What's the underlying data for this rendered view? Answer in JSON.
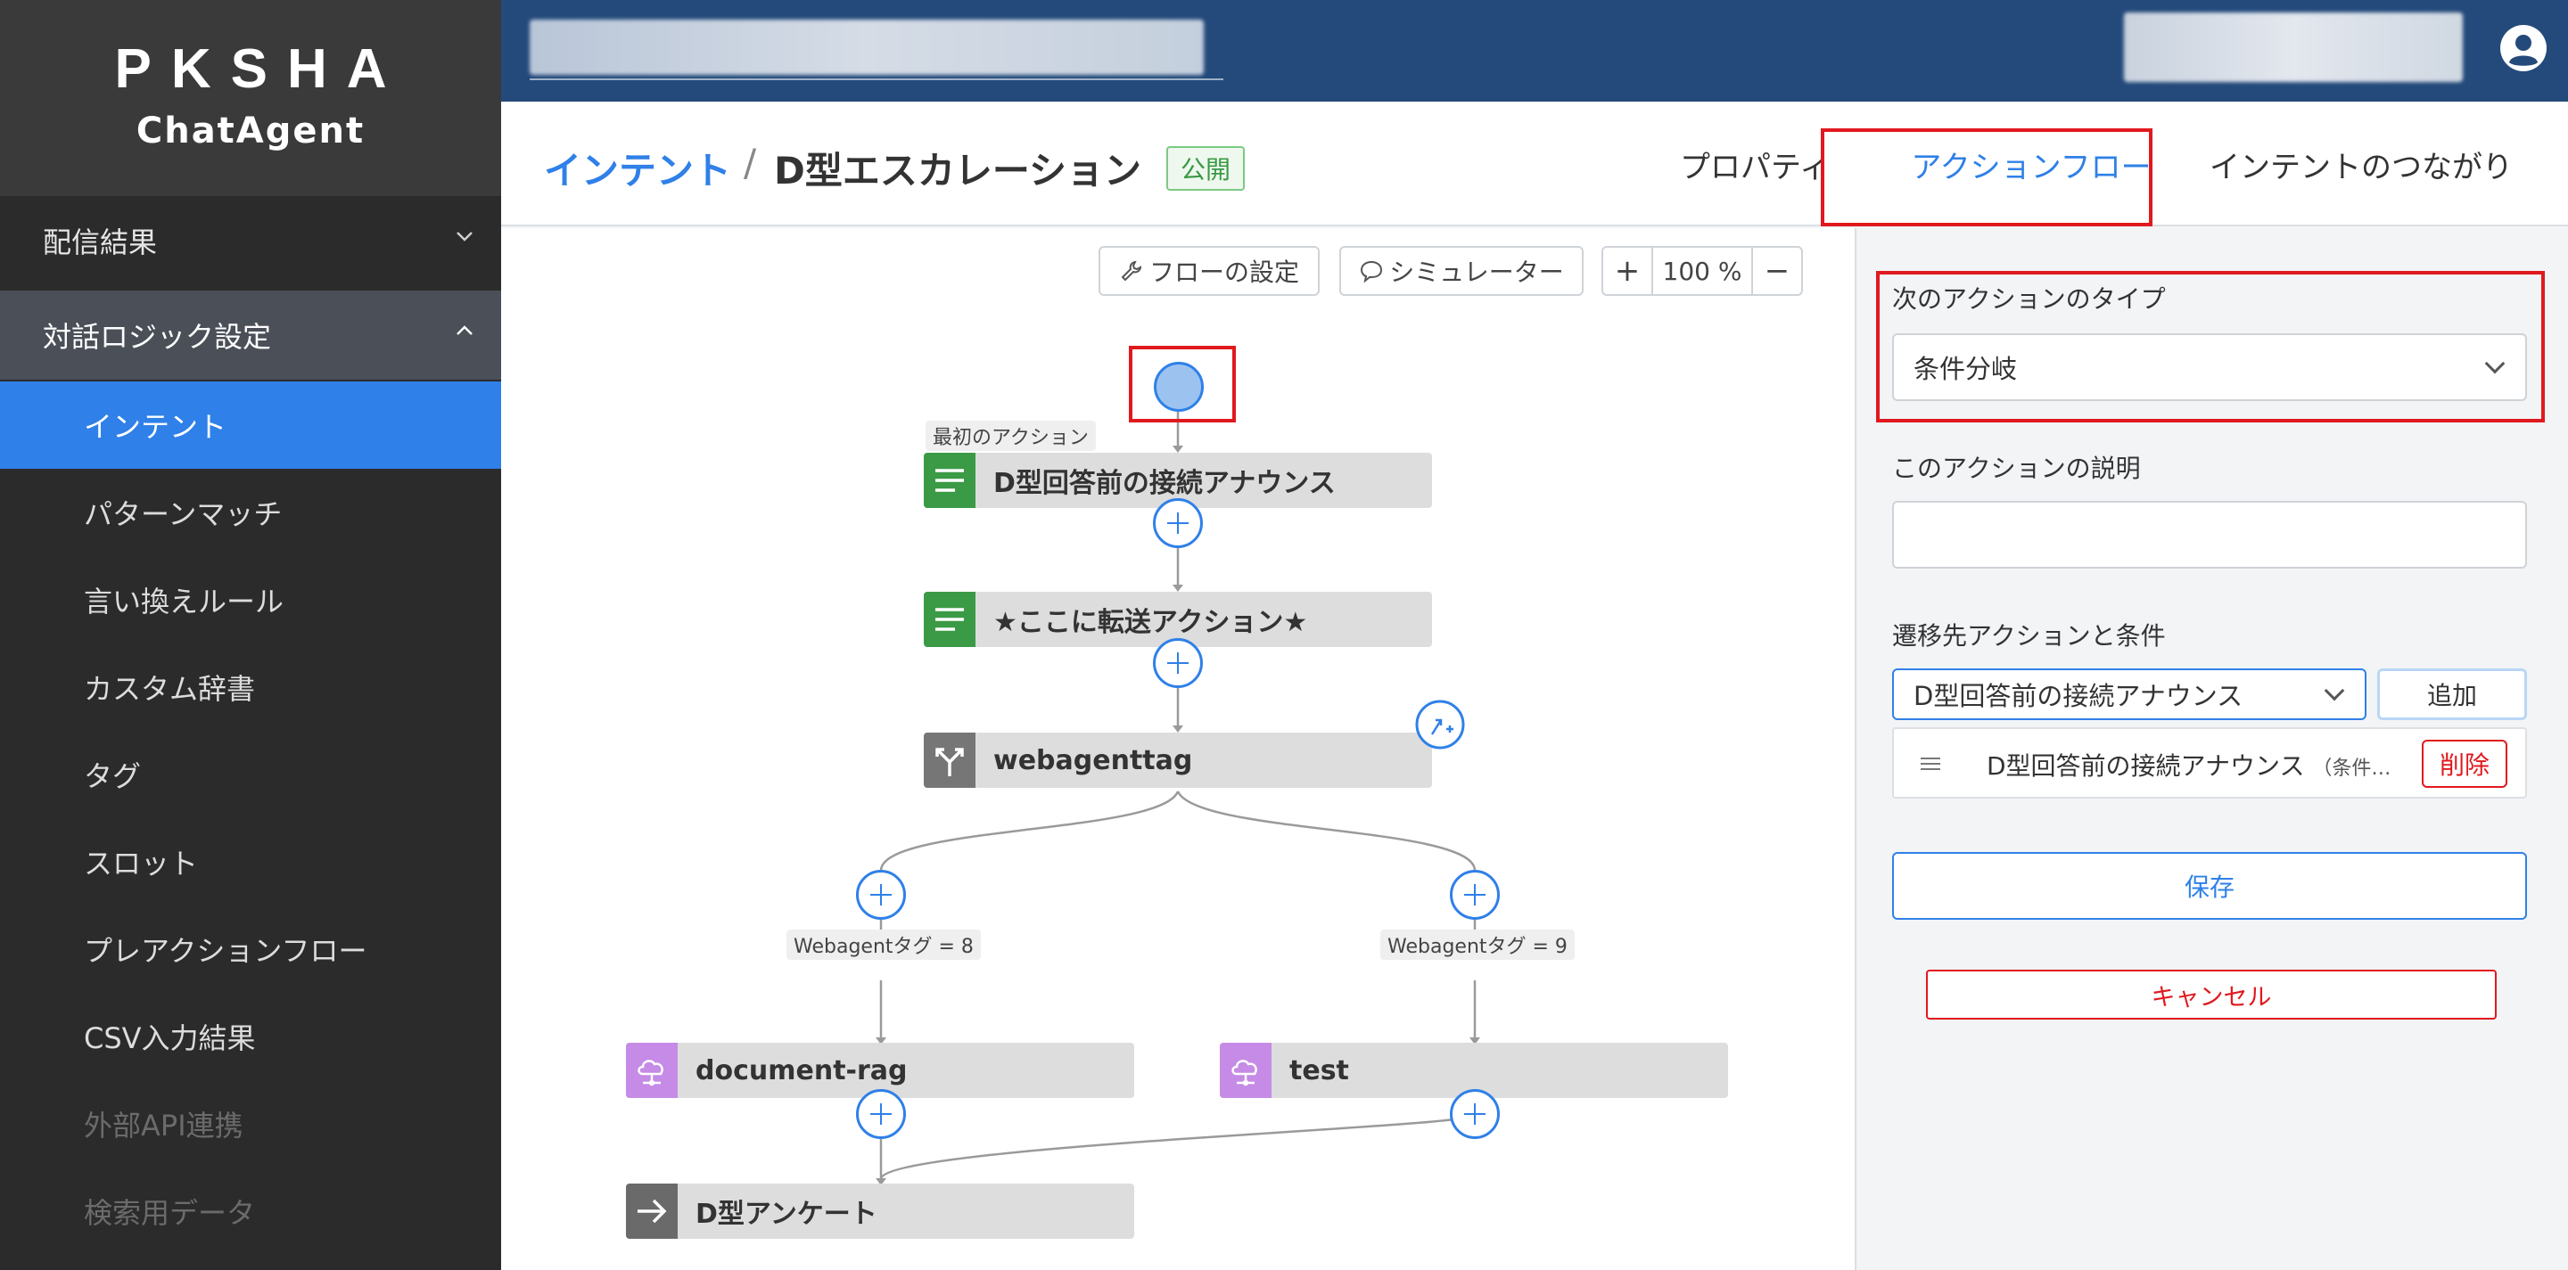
{
  "brand": {
    "logo": "PKSHA",
    "product": "ChatAgent"
  },
  "sidebar": {
    "groups": [
      {
        "label": "配信結果",
        "state": "collapsed"
      },
      {
        "label": "対話ロジック設定",
        "state": "expanded"
      }
    ],
    "items": [
      {
        "label": "インテント",
        "active": true
      },
      {
        "label": "パターンマッチ"
      },
      {
        "label": "言い換えルール"
      },
      {
        "label": "カスタム辞書"
      },
      {
        "label": "タグ"
      },
      {
        "label": "スロット"
      },
      {
        "label": "プレアクションフロー"
      },
      {
        "label": "CSV入力結果"
      },
      {
        "label": "外部API連携",
        "disabled": true
      },
      {
        "label": "検索用データ",
        "disabled": true
      }
    ]
  },
  "header": {
    "breadcrumb_root": "インテント",
    "separator": "/",
    "title": "D型エスカレーション",
    "status_badge": "公開",
    "tabs": [
      {
        "label": "プロパティ"
      },
      {
        "label": "アクションフロー",
        "active": true
      },
      {
        "label": "インテントのつながり"
      }
    ]
  },
  "toolbar": {
    "flow_settings": "フローの設定",
    "simulator": "シミュレーター",
    "zoom_in": "+",
    "zoom_value": "100 %",
    "zoom_out": "−"
  },
  "flow": {
    "first_action_label": "最初のアクション",
    "nodes": [
      {
        "label": "D型回答前の接続アナウンス",
        "icon": "message-lines-icon"
      },
      {
        "label": "★ここに転送アクション★",
        "icon": "message-lines-icon"
      },
      {
        "label": "webagenttag",
        "icon": "branch-icon"
      },
      {
        "label": "document-rag",
        "icon": "cloud-icon"
      },
      {
        "label": "test",
        "icon": "cloud-icon"
      },
      {
        "label": "D型アンケート",
        "icon": "arrow-right-icon"
      }
    ],
    "edge_labels": [
      "Webagentタグ = 8",
      "Webagentタグ = 9"
    ]
  },
  "panel": {
    "next_action_type_label": "次のアクションのタイプ",
    "next_action_type_value": "条件分岐",
    "description_label": "このアクションの説明",
    "description_value": "",
    "transition_label": "遷移先アクションと条件",
    "transition_select_value": "D型回答前の接続アナウンス",
    "add_button": "追加",
    "condition_text": "D型回答前の接続アナウンス",
    "condition_suffix": "（条件…",
    "delete_button": "削除",
    "save_button": "保存",
    "cancel_button": "キャンセル"
  },
  "colors": {
    "accent": "#2f80e8",
    "sidebar_bg": "#2b2b2b",
    "header_bg": "#234a7a",
    "highlight_red": "#e0191e",
    "badge_green": "#3a9a44"
  }
}
